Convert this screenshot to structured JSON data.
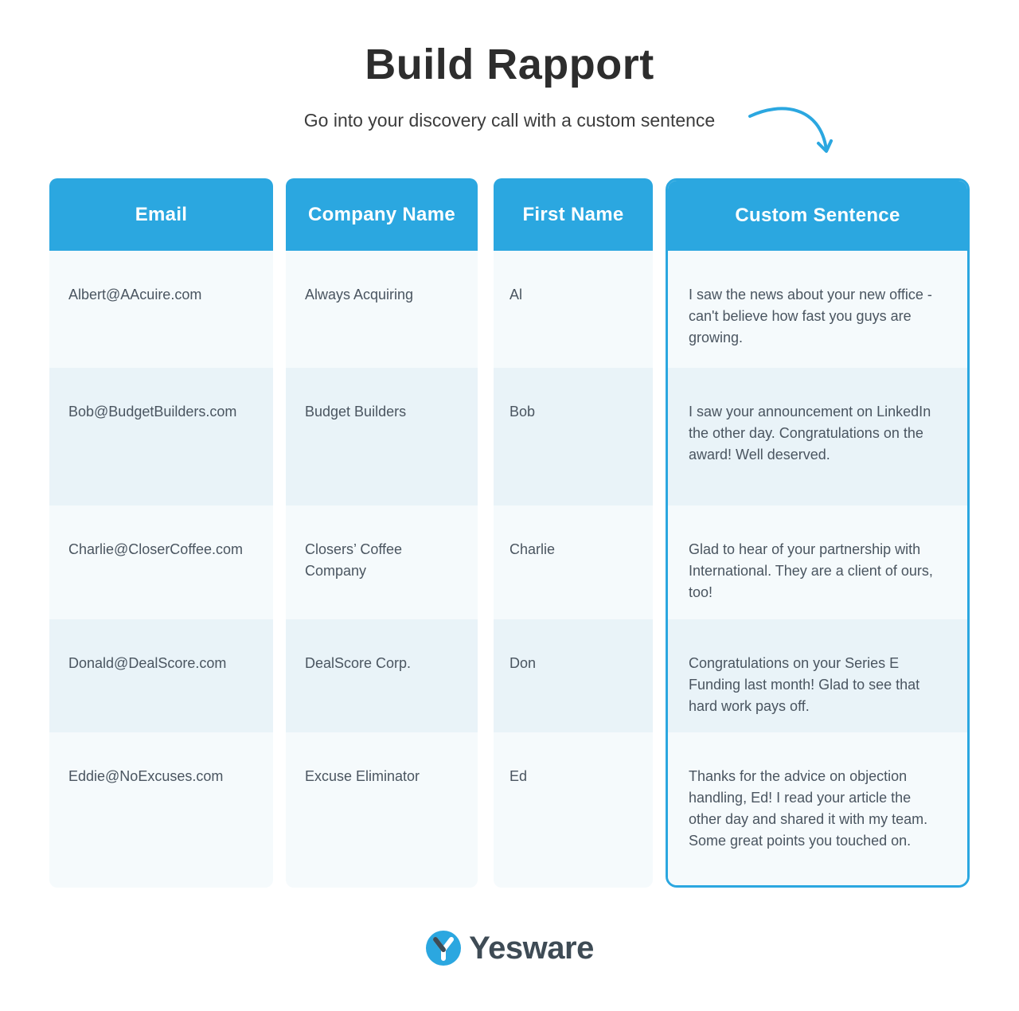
{
  "header": {
    "title": "Build Rapport",
    "subtitle": "Go into your discovery call with a custom sentence"
  },
  "chart_data": {
    "type": "table",
    "title": "Build Rapport",
    "subtitle": "Go into your discovery call with a custom sentence",
    "columns": [
      "Email",
      "Company Name",
      "First Name",
      "Custom Sentence"
    ],
    "rows": [
      {
        "email": "Albert@AAcuire.com",
        "company": "Always Acquiring",
        "first_name": "Al",
        "custom_sentence": "I saw the news about your new office - can't believe how fast you guys are growing."
      },
      {
        "email": "Bob@BudgetBuilders.com",
        "company": "Budget Builders",
        "first_name": "Bob",
        "custom_sentence": "I saw your announcement on LinkedIn the other day. Congratulations on the award! Well deserved."
      },
      {
        "email": "Charlie@CloserCoffee.com",
        "company": "Closers’ Coffee Company",
        "first_name": "Charlie",
        "custom_sentence": "Glad to hear of your partnership with International. They are a client of ours, too!"
      },
      {
        "email": "Donald@DealScore.com",
        "company": "DealScore Corp.",
        "first_name": "Don",
        "custom_sentence": "Congratulations on your Series E Funding last month! Glad to see that hard work pays off."
      },
      {
        "email": "Eddie@NoExcuses.com",
        "company": "Excuse Eliminator",
        "first_name": "Ed",
        "custom_sentence": "Thanks for the advice on objection handling, Ed! I read your article the other day and shared it with my team. Some great points you touched on."
      }
    ],
    "highlighted_column": "Custom Sentence",
    "grid": "striped-rows",
    "legend_position": "none"
  },
  "footer": {
    "brand": "Yesware"
  },
  "icons": {
    "arrow": "curved-arrow-icon",
    "logo": "yesware-logo-icon"
  },
  "colors": {
    "accent_blue": "#2BA7E0",
    "header_bg": "#2BA7E0",
    "row_light": "#F5FAFC",
    "row_alt": "#E9F3F8",
    "title_text": "#2D2D2D",
    "body_text": "#4A5560",
    "brand_text": "#3E4B55"
  }
}
